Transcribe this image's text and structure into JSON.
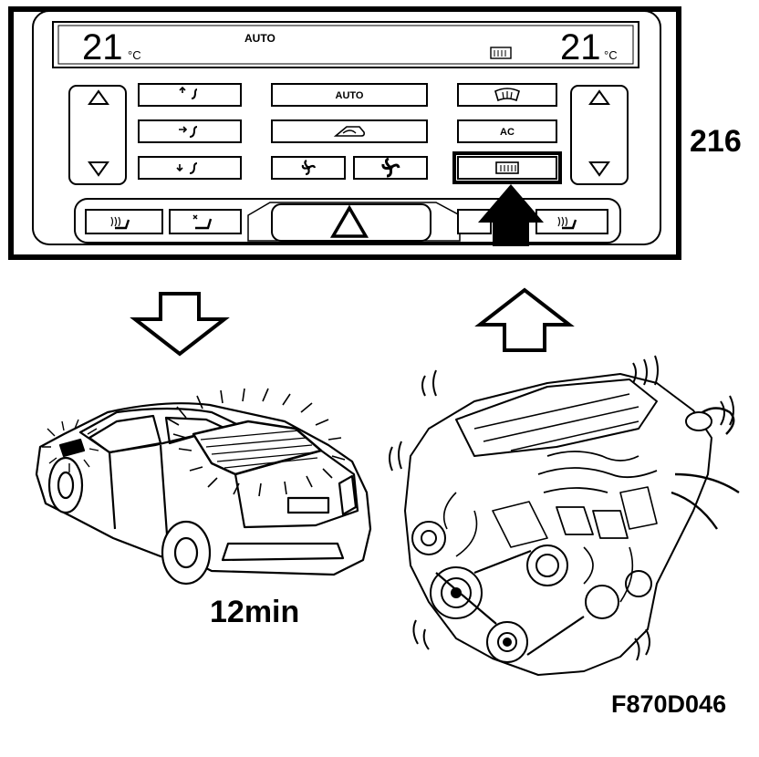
{
  "display": {
    "left_temp_digits": "21",
    "left_unit": "°C",
    "mode_text": "AUTO",
    "right_temp_digits": "21",
    "right_unit": "°C"
  },
  "panel": {
    "auto_button_label": "AUTO",
    "ac_button_label": "AC"
  },
  "labels": {
    "panel_ref": "216",
    "duration": "12min",
    "figure_code": "F870D046"
  },
  "icons": {
    "airflow_up": "airflow-up-icon",
    "airflow_mid": "airflow-mid-icon",
    "airflow_down": "airflow-down-icon",
    "recirculation": "recirculation-icon",
    "fan_low": "fan-low-icon",
    "fan_high": "fan-high-icon",
    "windshield_defrost": "windshield-defrost-icon",
    "rear_window_heat": "rear-window-heat-icon",
    "seat_heat_left": "seat-heat-left-icon",
    "seat_vent": "seat-vent-icon",
    "seat_heat_right": "seat-heat-right-icon",
    "hazard": "hazard-triangle-icon",
    "temp_up": "temp-up-icon",
    "temp_down": "temp-down-icon"
  }
}
